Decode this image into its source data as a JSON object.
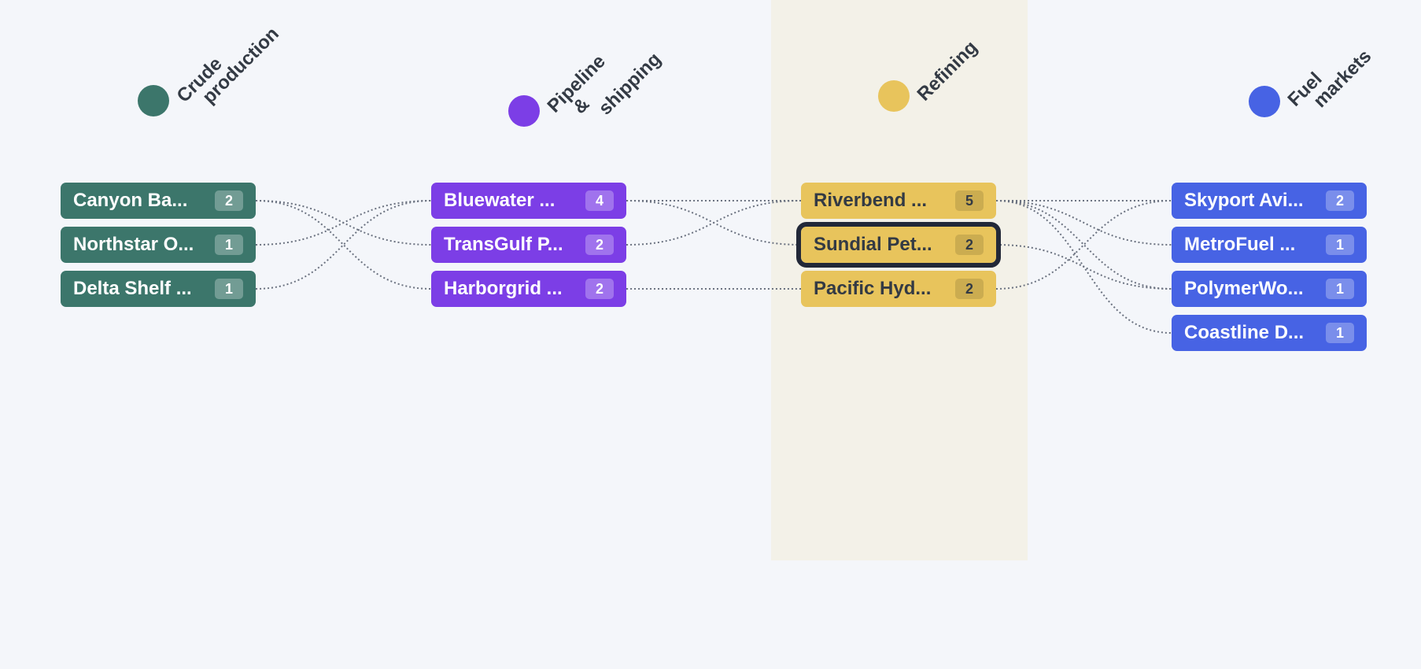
{
  "columns": [
    {
      "id": "crude",
      "label_lines": [
        "Crude",
        "production"
      ],
      "color": "#3c766b",
      "nodes": [
        {
          "id": "canyon",
          "label": "Canyon Ba...",
          "count": "2"
        },
        {
          "id": "northstar",
          "label": "Northstar O...",
          "count": "1"
        },
        {
          "id": "delta",
          "label": "Delta Shelf ...",
          "count": "1"
        }
      ]
    },
    {
      "id": "pipeline",
      "label_lines": [
        "Pipeline",
        "&",
        "shipping"
      ],
      "color": "#7c3ee6",
      "nodes": [
        {
          "id": "bluewater",
          "label": "Bluewater ...",
          "count": "4"
        },
        {
          "id": "transgulf",
          "label": "TransGulf P...",
          "count": "2"
        },
        {
          "id": "harborgrid",
          "label": "Harborgrid ...",
          "count": "2"
        }
      ]
    },
    {
      "id": "refining",
      "label_lines": [
        "Refining"
      ],
      "color": "#e8c45c",
      "highlighted": true,
      "nodes": [
        {
          "id": "riverbend",
          "label": "Riverbend ...",
          "count": "5"
        },
        {
          "id": "sundial",
          "label": "Sundial Pet...",
          "count": "2",
          "selected": true
        },
        {
          "id": "pacific",
          "label": "Pacific Hyd...",
          "count": "2"
        }
      ]
    },
    {
      "id": "fuel",
      "label_lines": [
        "Fuel",
        "markets"
      ],
      "color": "#4763e4",
      "nodes": [
        {
          "id": "skyport",
          "label": "Skyport Avi...",
          "count": "2"
        },
        {
          "id": "metrofuel",
          "label": "MetroFuel ...",
          "count": "1"
        },
        {
          "id": "polymerwo",
          "label": "PolymerWo...",
          "count": "1"
        },
        {
          "id": "coastline",
          "label": "Coastline D...",
          "count": "1"
        }
      ]
    }
  ],
  "links": [
    [
      "canyon",
      "transgulf"
    ],
    [
      "canyon",
      "harborgrid"
    ],
    [
      "northstar",
      "bluewater"
    ],
    [
      "delta",
      "bluewater"
    ],
    [
      "bluewater",
      "riverbend"
    ],
    [
      "bluewater",
      "sundial"
    ],
    [
      "transgulf",
      "riverbend"
    ],
    [
      "harborgrid",
      "pacific"
    ],
    [
      "riverbend",
      "skyport"
    ],
    [
      "riverbend",
      "metrofuel"
    ],
    [
      "riverbend",
      "polymerwo"
    ],
    [
      "riverbend",
      "coastline"
    ],
    [
      "sundial",
      "polymerwo"
    ],
    [
      "pacific",
      "skyport"
    ]
  ]
}
